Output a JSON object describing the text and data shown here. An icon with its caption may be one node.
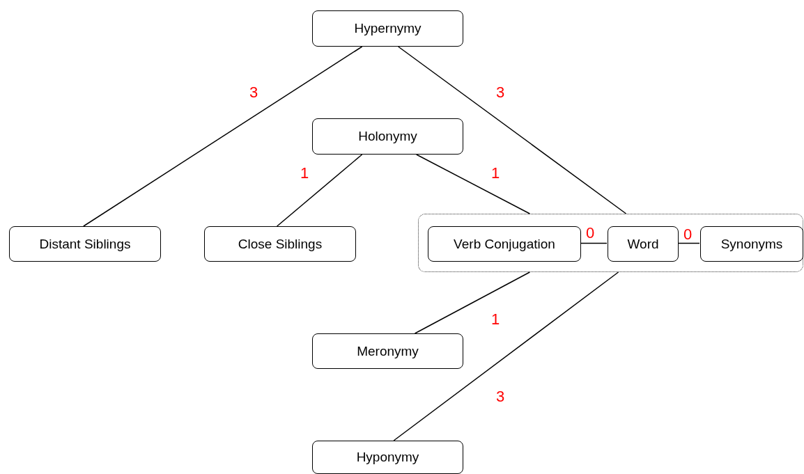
{
  "diagram": {
    "nodes": [
      {
        "text": [
          "Hypernymy"
        ]
      },
      {
        "text": [
          "Holonymy"
        ]
      },
      {
        "text": [
          "Distant Siblings"
        ]
      },
      {
        "text": [
          "Close Siblings"
        ]
      },
      {
        "text": [],
        "shape": "box"
      },
      {
        "text": [
          "Verb Conjugation"
        ],
        "in": 4
      },
      {
        "text": [
          "Word"
        ],
        "in": 4
      },
      {
        "text": [
          "Synonyms"
        ],
        "in": 4
      },
      {
        "text": [
          "Meronymy"
        ]
      },
      {
        "text": [
          "Hyponymy"
        ]
      }
    ],
    "edges": [
      {
        "from": 0,
        "to": 2,
        "arrow": "none",
        "label": "3"
      },
      {
        "from": 0,
        "to": 4,
        "arrow": "none",
        "label": "3"
      },
      {
        "from": 1,
        "to": 3,
        "arrow": "none",
        "label": "1"
      },
      {
        "from": 1,
        "to": 4,
        "arrow": "none",
        "label": "1"
      },
      {
        "from": 4,
        "to": 8,
        "arrow": "none",
        "label": "1"
      },
      {
        "from": 4,
        "to": 9,
        "arrow": "none",
        "label": "3"
      },
      {
        "from": 5,
        "to": 6,
        "arrow": "none",
        "label": "0"
      },
      {
        "from": 6,
        "to": 7,
        "arrow": "none",
        "label": "0"
      }
    ]
  }
}
